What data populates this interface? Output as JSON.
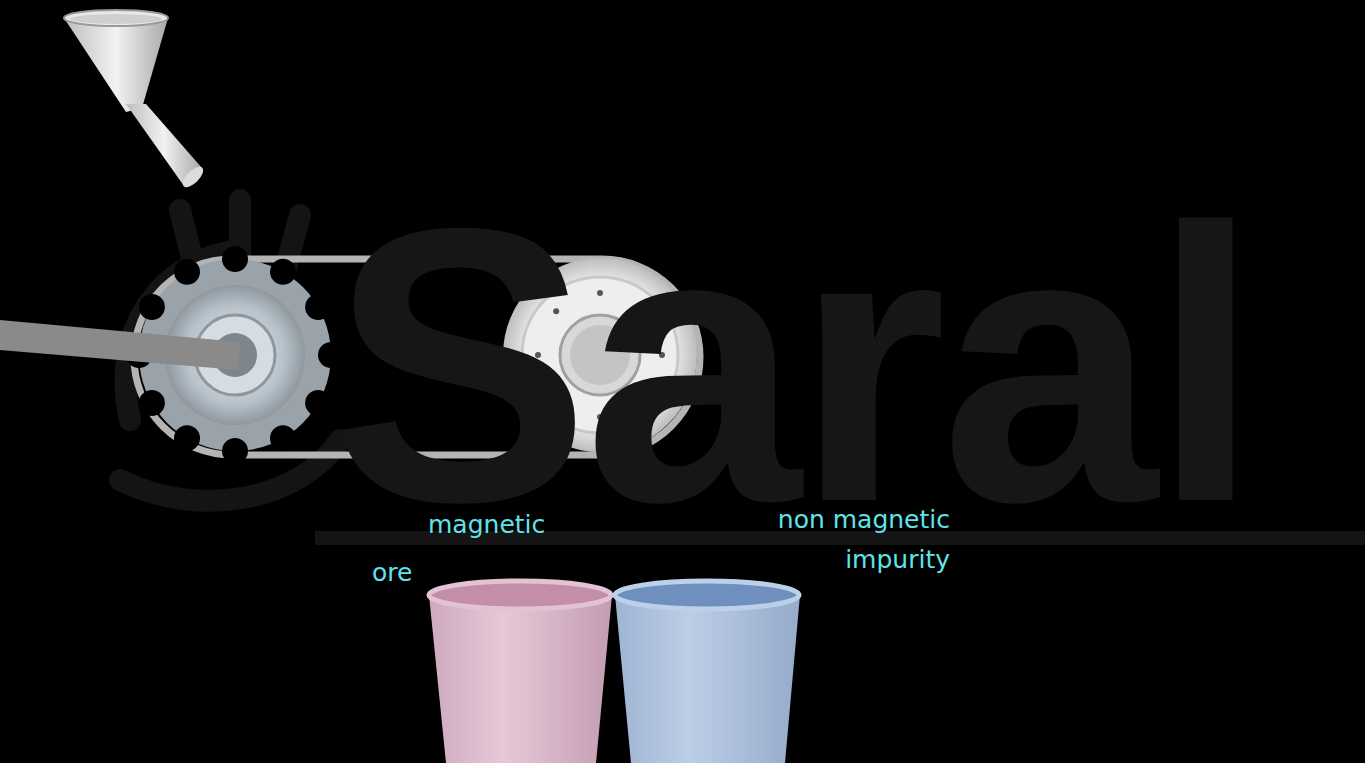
{
  "diagram": {
    "labels": [
      "Saral",
      "magnetic",
      "ore",
      "non magnetic impurity"
    ]
  }
}
